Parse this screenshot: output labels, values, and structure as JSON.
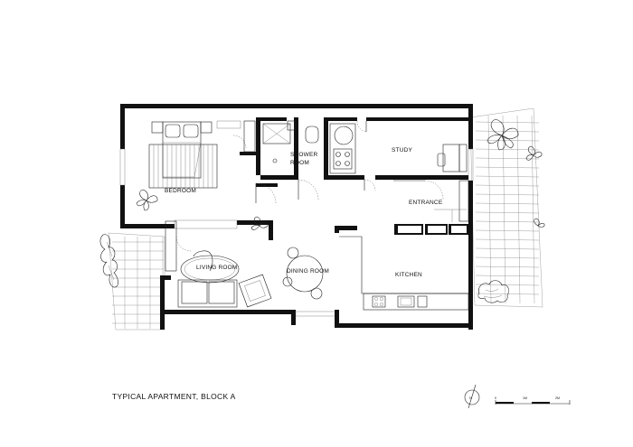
{
  "rooms": {
    "bedroom": "BEDROOM",
    "shower_room_line1": "SHOWER",
    "shower_room_line2": "ROOM",
    "study": "STUDY",
    "entrance": "ENTRANCE",
    "living_room": "LIVING ROOM",
    "dining_room": "DINING ROOM",
    "kitchen": "KITCHEN"
  },
  "caption": "TYPICAL APARTMENT, BLOCK A",
  "north_arrow": {
    "label": "N",
    "icon": "north-arrow-icon"
  },
  "scale_bar": {
    "labels": [
      "0",
      "1M",
      "2M"
    ]
  }
}
